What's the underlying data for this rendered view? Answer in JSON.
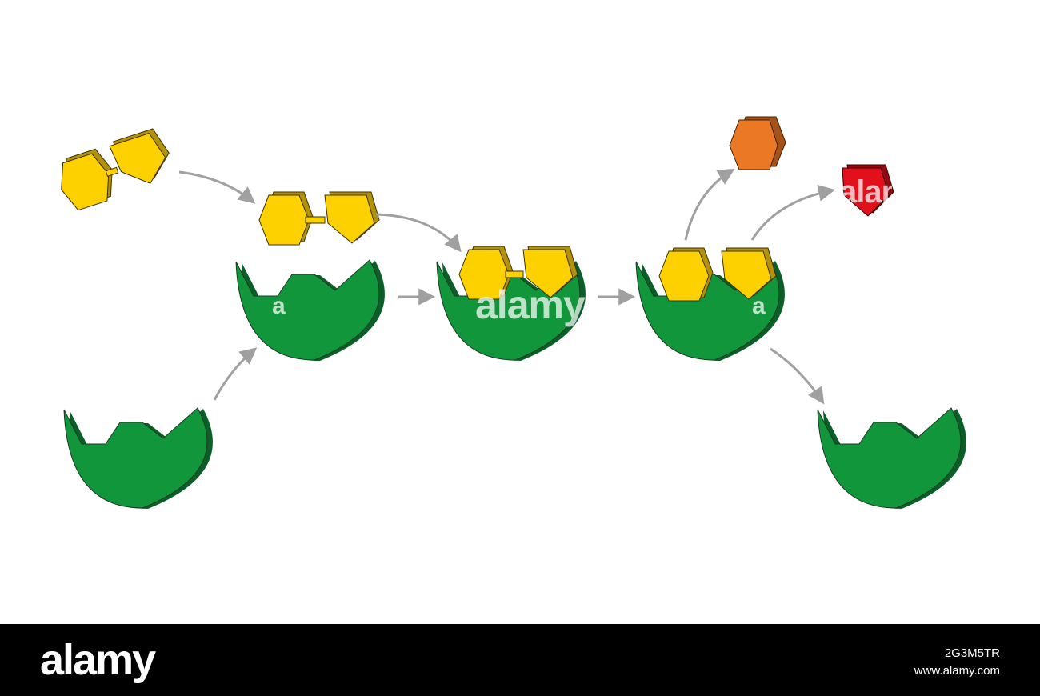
{
  "colors": {
    "enzyme": "#11963c",
    "enzyme_dark": "#0b5e27",
    "substrate": "#fdd000",
    "substrate_dark": "#b3920b",
    "product_orange": "#ea7825",
    "product_orange_dark": "#a4511a",
    "product_red": "#e2101a",
    "product_red_dark": "#8e0b12",
    "arrow": "#a0a0a0",
    "footer_bg": "#000000"
  },
  "icons": [
    "enzyme-shape",
    "substrate-hexagon",
    "substrate-pentagon",
    "product-hexagon",
    "product-pentagon",
    "arrow"
  ],
  "watermark": {
    "center": "alamy",
    "mark_a": "a",
    "right": "alamy"
  },
  "footer": {
    "logo": "alamy",
    "image_id": "2G3M5TR",
    "site": "www.alamy.com"
  }
}
